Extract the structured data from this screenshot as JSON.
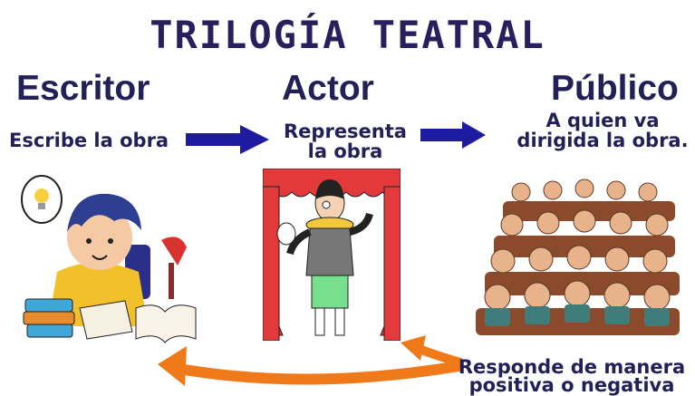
{
  "title": "TRILOGÍA TEATRAL",
  "columns": [
    {
      "heading": "Escritor",
      "description": "Escribe la obra"
    },
    {
      "heading": "Actor",
      "description_lines": [
        "Representa",
        "la obra"
      ]
    },
    {
      "heading": "Público",
      "description_lines": [
        "A quien va",
        "dirigida la obra."
      ]
    }
  ],
  "feedback_lines": [
    "Responde de manera",
    "positiva o negativa"
  ],
  "colors": {
    "text": "#232058",
    "forward_arrow": "#1e1ba0",
    "feedback_arrow": "#f07a1a",
    "curtain": "#e23a3a"
  },
  "icons": {
    "writer": "writer-illustration",
    "actor": "actor-on-stage-illustration",
    "audience": "audience-illustration"
  }
}
